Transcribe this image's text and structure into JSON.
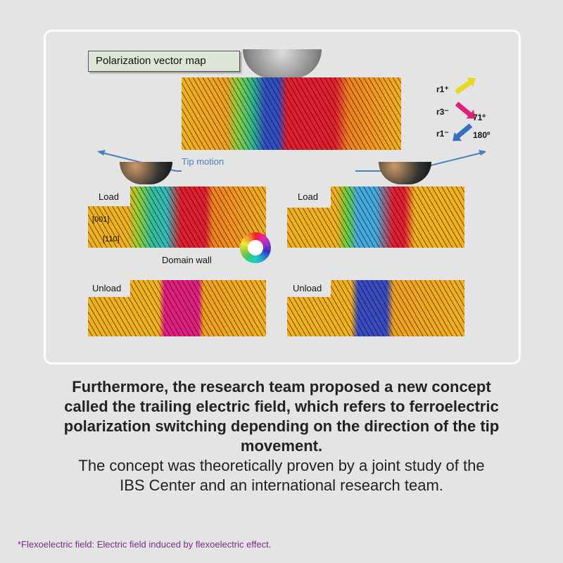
{
  "figure": {
    "title": "Polarization vector map",
    "legend": [
      {
        "label": "r1⁺",
        "angle": "",
        "color": "#e8d820"
      },
      {
        "label": "r3⁻",
        "angle": "71º",
        "color": "#e0207a"
      },
      {
        "label": "r1⁻",
        "angle": "180º",
        "color": "#3a6ec0"
      }
    ],
    "tip_motion": "Tip motion",
    "load_label": "Load",
    "unload_label": "Unload",
    "axis_001": "[001]",
    "axis_110": "[110]",
    "domain_wall": "Domain wall"
  },
  "text": {
    "bold_lines": [
      "Furthermore, the research team proposed a new concept",
      "called the trailing electric field, which refers to ferroelectric",
      "polarization switching depending on the direction of the tip",
      "movement."
    ],
    "regular_lines": [
      "The concept was theoretically proven by a joint study of the",
      "IBS Center and an international research team."
    ],
    "footnote": "*Flexoelectric field: Electric field induced by flexoelectric effect."
  },
  "colors": {
    "footnote": "#7a2a8a",
    "tip_motion": "#4a7fc0"
  }
}
